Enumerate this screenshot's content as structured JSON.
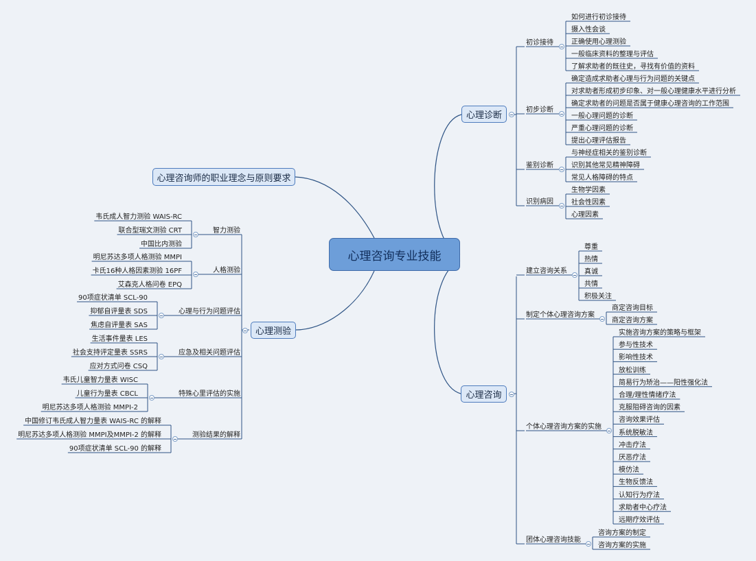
{
  "center": "心理咨询专业技能",
  "diag": {
    "title": "心理诊断",
    "groups": [
      {
        "label": "初诊接待",
        "items": [
          "如何进行初诊接待",
          "摄入性会谈",
          "正确使用心理测验",
          "一般临床资料的整理与评估",
          "了解求助者的既往史，寻找有价值的资料"
        ]
      },
      {
        "label": "初步诊断",
        "items": [
          "确定造成求助者心理与行为问题的关键点",
          "对求助者形成初步印象、对一般心理健康水平进行分析",
          "确定求助者的问题是否属于健康心理咨询的工作范围",
          "一般心理问题的诊断",
          "严重心理问题的诊断",
          "提出心理评估报告"
        ]
      },
      {
        "label": "鉴别诊断",
        "items": [
          "与神经症相关的鉴别诊断",
          "识别其他常见精神障碍",
          "常见人格障碍的特点"
        ]
      },
      {
        "label": "识别病因",
        "items": [
          "生物学因素",
          "社会性因素",
          "心理因素"
        ]
      }
    ]
  },
  "consult": {
    "title": "心理咨询",
    "groups": [
      {
        "label": "建立咨询关系",
        "items": [
          "尊重",
          "热情",
          "真诚",
          "共情",
          "积极关注"
        ]
      },
      {
        "label": "制定个体心理咨询方案",
        "items": [
          "商定咨询目标",
          "商定咨询方案"
        ]
      },
      {
        "label": "个体心理咨询方案的实施",
        "items": [
          "实施咨询方案的策略与框架",
          "参与性技术",
          "影响性技术",
          "放松训练",
          "简易行为矫治——阳性强化法",
          "合理/理性情绪疗法",
          "克服阻碍咨询的因素",
          "咨询效果评估",
          "系统脱敏法",
          "冲击疗法",
          "厌恶疗法",
          "模仿法",
          "生物反馈法",
          "认知行为疗法",
          "求助者中心疗法",
          "远期疗效评估"
        ]
      },
      {
        "label": "团体心理咨询技能",
        "items": [
          "咨询方案的制定",
          "咨询方案的实施"
        ]
      }
    ]
  },
  "test": {
    "title": "心理测验",
    "groups": [
      {
        "label": "智力测验",
        "items": [
          "韦氏成人智力测验 WAIS-RC",
          "联合型瑞文测验 CRT",
          "中国比内测验"
        ]
      },
      {
        "label": "人格测验",
        "items": [
          "明尼苏达多项人格测验 MMPI",
          "卡氏16种人格因素测验 16PF",
          "艾森克人格问卷 EPQ"
        ]
      },
      {
        "label": "心理与行为问题评估",
        "items": [
          "90项症状清单 SCL-90",
          "抑郁自评量表 SDS",
          "焦虑自评量表 SAS"
        ]
      },
      {
        "label": "应急及相关问题评估",
        "items": [
          "生活事件量表 LES",
          "社会支持评定量表 SSRS",
          "应对方式问卷 CSQ"
        ]
      },
      {
        "label": "特殊心里评估的实施",
        "items": [
          "韦氏儿童智力量表 WISC",
          "儿童行为量表 CBCL",
          "明尼苏达多项人格测验 MMPI-2"
        ]
      },
      {
        "label": "测验结果的解释",
        "items": [
          "中国修订韦氏成人智力量表 WAIS-RC 的解释",
          "明尼苏达多项人格测验 MMPI及MMPI-2 的解释",
          "90项症状清单 SCL-90 的解释"
        ]
      }
    ]
  },
  "ethics": {
    "title": "心理咨询师的职业理念与原则要求"
  }
}
